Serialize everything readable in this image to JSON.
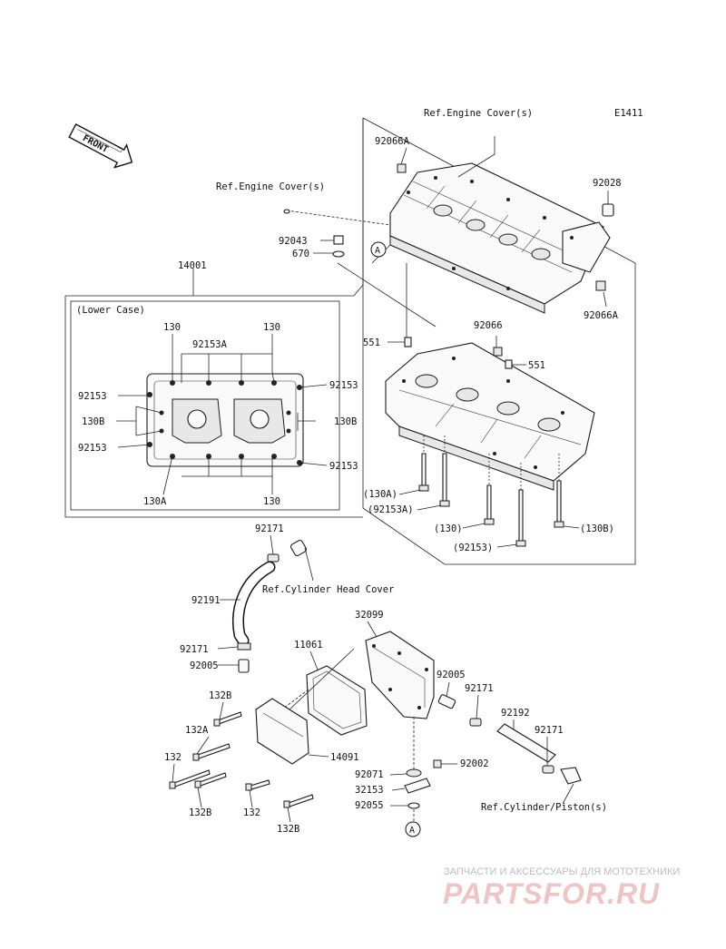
{
  "diagram_id": "E1411",
  "front_label": "FRONT",
  "lower_case_title": "(Lower Case)",
  "refs": {
    "engine_cover_top": "Ref.Engine Cover(s)",
    "engine_cover_left": "Ref.Engine Cover(s)",
    "cylinder_head_cover": "Ref.Cylinder Head Cover",
    "cylinder_piston": "Ref.Cylinder/Piston(s)"
  },
  "callout_a": "A",
  "labels": {
    "p14001": "14001",
    "p92066a_top": "92066A",
    "p92028": "92028",
    "p92043": "92043",
    "p670": "670",
    "p92066a_right": "92066A",
    "p92066": "92066",
    "p551_left": "551",
    "p551_right": "551",
    "lc_130_l": "130",
    "lc_130_r": "130",
    "lc_92153a": "92153A",
    "lc_92153_lt": "92153",
    "lc_92153_rt": "92153",
    "lc_130b_l": "130B",
    "lc_130b_r": "130B",
    "lc_92153_lb": "92153",
    "lc_92153_rb": "92153",
    "lc_130a": "130A",
    "lc_130_b": "130",
    "b_130a": "(130A)",
    "b_92153a": "(92153A)",
    "b_130": "(130)",
    "b_130b": "(130B)",
    "b_92153": "(92153)",
    "p92171_top": "92171",
    "p92191": "92191",
    "p32099": "32099",
    "p92171_mid": "92171",
    "p11061": "11061",
    "p92005_left": "92005",
    "p92005_right": "92005",
    "p92171_r1": "92171",
    "p132b_top": "132B",
    "p92192": "92192",
    "p92171_r2": "92171",
    "p132a": "132A",
    "p14091": "14091",
    "p132_left": "132",
    "p92002": "92002",
    "p92071": "92071",
    "p32153": "32153",
    "p132b_bot": "132B",
    "p132_bot": "132",
    "p92055": "92055",
    "p132b_bot2": "132B"
  },
  "watermark": {
    "subtitle": "ЗАПЧАСТИ И АКСЕССУАРЫ ДЛЯ МОТОТЕХНИКИ",
    "brand": "PARTSFOR.RU"
  }
}
